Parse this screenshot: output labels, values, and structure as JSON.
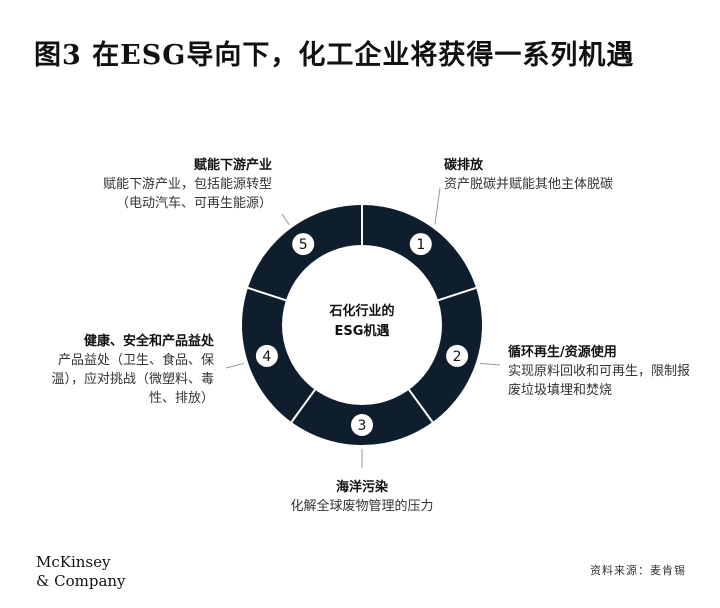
{
  "title": "图3 在ESG导向下，化工企业将获得一系列机遇",
  "center": {
    "line1": "石化行业的",
    "line2": "ESG机遇"
  },
  "segments": [
    {
      "number": "1",
      "heading": "碳排放",
      "text": "资产脱碳并赋能其他主体脱碳"
    },
    {
      "number": "2",
      "heading": "循环再生/资源使用",
      "text": "实现原料回收和可再生，限制报废垃圾填埋和焚烧"
    },
    {
      "number": "3",
      "heading": "海洋污染",
      "text": "化解全球废物管理的压力"
    },
    {
      "number": "4",
      "heading": "健康、安全和产品益处",
      "text": "产品益处（卫生、食品、保温），应对挑战（微塑料、毒性、排放）"
    },
    {
      "number": "5",
      "heading": "赋能下游产业",
      "text": "赋能下游产业，包括能源转型（电动汽车、可再生能源）"
    }
  ],
  "logo": {
    "line1": "McKinsey",
    "line2": "& Company"
  },
  "source": "资料来源：麦肯锡",
  "colors": {
    "ring": "#0f1e2d",
    "divider": "#ffffff",
    "leader": "#999999"
  }
}
